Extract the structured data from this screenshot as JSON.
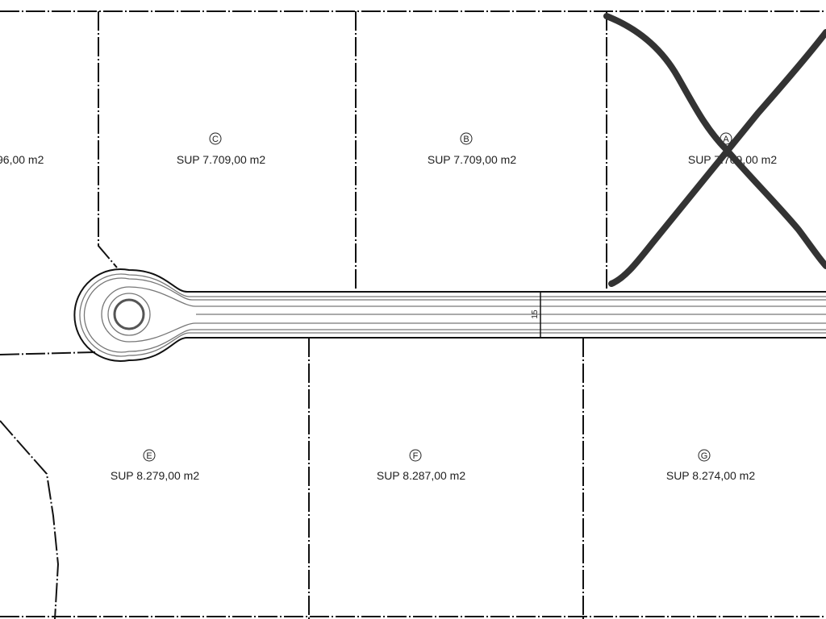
{
  "lots": [
    {
      "id": "C",
      "area": "SUP 7.709,00 m2"
    },
    {
      "id": "B",
      "area": "SUP 7.709,00 m2"
    },
    {
      "id": "A",
      "area": "SUP 7.709,00 m2",
      "crossed_out": true
    },
    {
      "id": "E",
      "area": "SUP 8.279,00 m2"
    },
    {
      "id": "F",
      "area": "SUP 8.287,00 m2"
    },
    {
      "id": "G",
      "area": "SUP 8.274,00 m2"
    }
  ],
  "partial_lot_area": "96,00 m2",
  "road_width": "15",
  "colors": {
    "boundary": "#111111",
    "road": "#777777",
    "cross_mark": "#333333"
  }
}
